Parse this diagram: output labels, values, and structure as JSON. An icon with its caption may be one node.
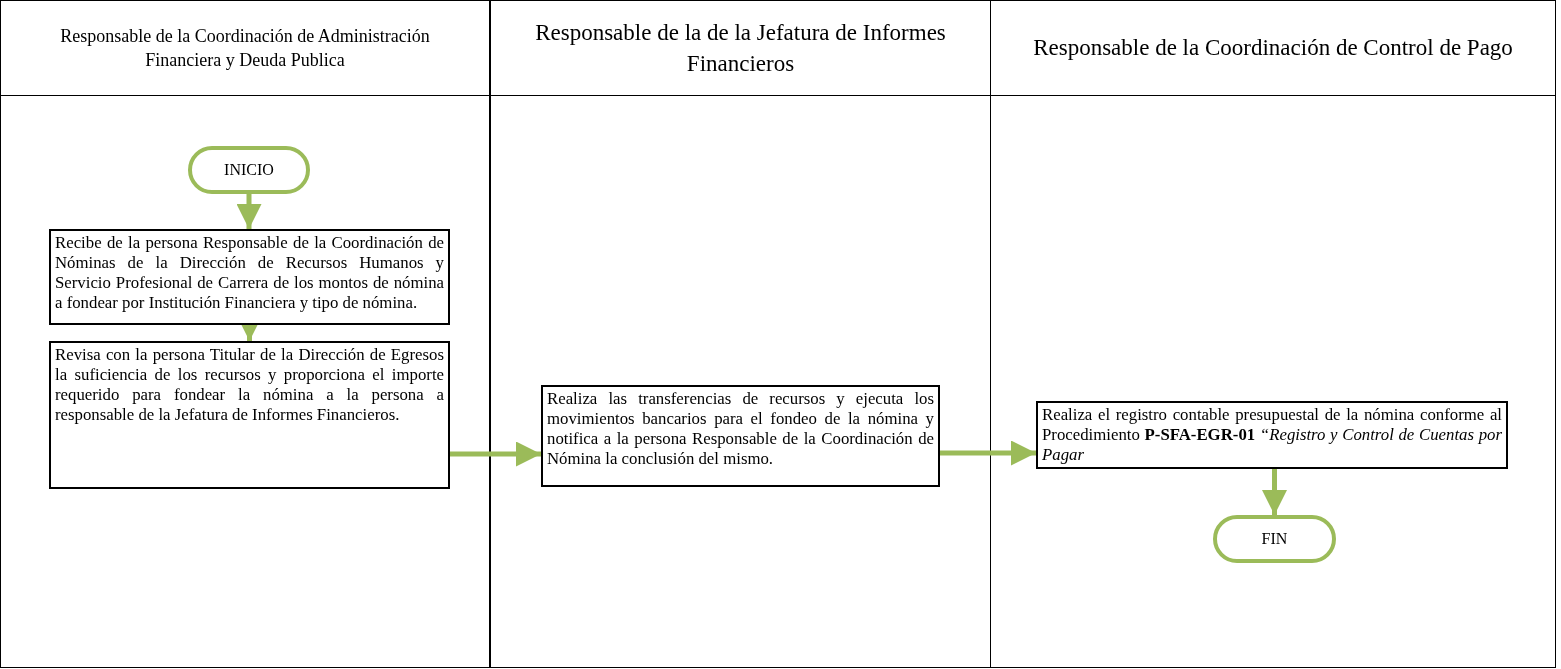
{
  "diagram": {
    "nodes": [
      {
        "text": [
          "Responsable de la Coordinación de Administración Financiera y Deuda Publica"
        ]
      },
      {
        "text": [
          "Responsable de la de la Jefatura de Informes Financieros"
        ]
      },
      {
        "text": [
          "Responsable de la Coordinación de Control de Pago"
        ]
      },
      {
        "text": [
          "INICIO"
        ],
        "in": 0
      },
      {
        "text": [
          "Recibe de la persona Responsable de la Coordinación de Nóminas de la Dirección de Recursos Humanos y Servicio Profesional de Carrera de los montos de nómina a fondear por Institución Financiera y tipo de nómina."
        ],
        "in": 0
      },
      {
        "text": [
          "Revisa con la persona Titular de la Dirección de Egresos la suficiencia de los recursos y proporciona el importe requerido para fondear la nómina a la persona a responsable de la Jefatura de Informes Financieros."
        ],
        "in": 0
      },
      {
        "text": [
          "Realiza las transferencias de recursos y ejecuta los movimientos bancarios para el fondeo de la nómina y notifica a la persona Responsable de la Coordinación de Nómina la conclusión del mismo."
        ],
        "in": 1
      },
      {
        "text": [
          "Realiza el registro contable presupuestal de la nómina conforme al Procedimiento **P-SFA-EGR-01** *“Registro y Control de Cuentas por Pagar*"
        ],
        "in": 2
      },
      {
        "text": [
          "FIN"
        ],
        "in": 2
      }
    ],
    "edges": [
      {
        "from": 3,
        "to": 4,
        "arrow": "to"
      },
      {
        "from": 4,
        "to": 5,
        "arrow": "to"
      },
      {
        "from": 5,
        "to": 6,
        "arrow": "to"
      },
      {
        "from": 6,
        "to": 7,
        "arrow": "to"
      },
      {
        "from": 7,
        "to": 8,
        "arrow": "to"
      }
    ]
  }
}
